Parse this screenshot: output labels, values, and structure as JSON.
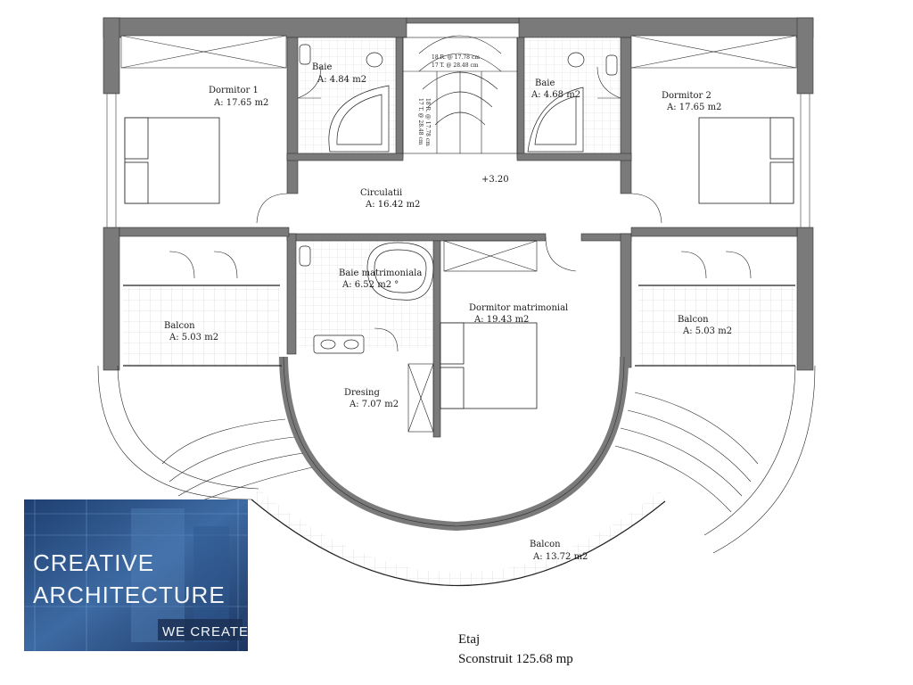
{
  "rooms": {
    "dormitor1": {
      "name": "Dormitor 1",
      "area": "A: 17.65 m2"
    },
    "baie1": {
      "name": "Baie",
      "area": "A: 4.84 m2"
    },
    "baie2": {
      "name": "Baie",
      "area": "A: 4.68 m2"
    },
    "dormitor2": {
      "name": "Dormitor 2",
      "area": "A: 17.65 m2"
    },
    "circulatii": {
      "name": "Circulatii",
      "area": "A: 16.42 m2"
    },
    "baie_matrimoniala": {
      "name": "Baie matrimoniala",
      "area": "A: 6.52 m2 °"
    },
    "dormitor_matrimonial": {
      "name": "Dormitor matrimonial",
      "area": "A: 19.43 m2"
    },
    "balcon_stanga": {
      "name": "Balcon",
      "area": "A: 5.03 m2"
    },
    "balcon_dreapta": {
      "name": "Balcon",
      "area": "A: 5.03 m2"
    },
    "dresing": {
      "name": "Dresing",
      "area": "A: 7.07 m2"
    },
    "balcon_mare": {
      "name": "Balcon",
      "area": "A: 13.72 m2"
    }
  },
  "stairs": {
    "top_line1": "18 R. @ 17.78 cm",
    "top_line2": "17 T. @ 28.48 cm",
    "side_line1": "18 R. @ 17.78 cm",
    "side_line2": "17 T. @ 28.48 cm"
  },
  "level_mark": "+3.20",
  "caption": {
    "title": "Etaj",
    "area": "Sconstruit 125.68 mp"
  },
  "logo": {
    "line1": "CREATIVE",
    "line2": "ARCHITECTURE",
    "line3": "WE CREATE"
  },
  "colors": {
    "wall": "#7a7a7a",
    "line": "#222222",
    "grid": "#cfcfcf",
    "logo_bg": "#2b4a7a"
  }
}
